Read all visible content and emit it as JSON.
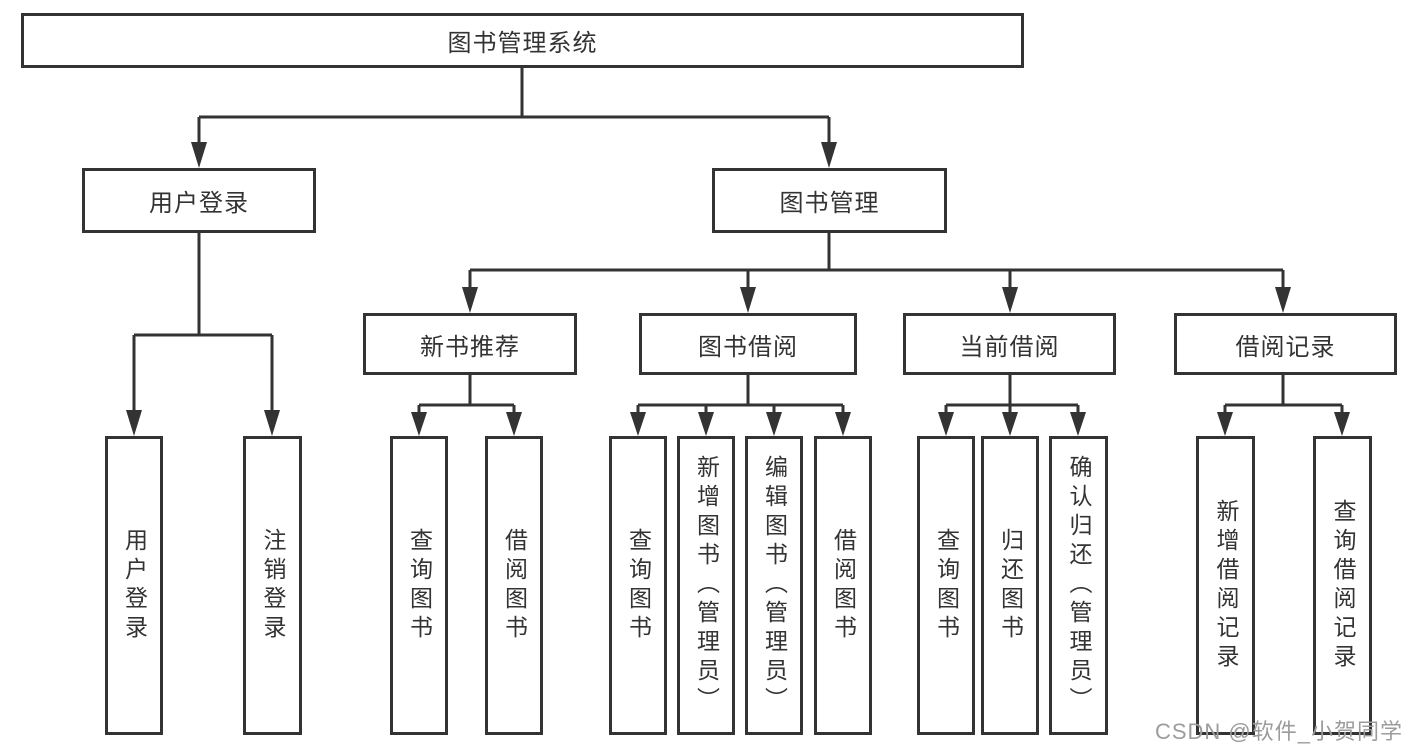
{
  "diagram": {
    "type": "hierarchy-tree",
    "colors": {
      "line": "#333333",
      "text": "#333333",
      "box_background": "#ffffff",
      "page_background": "#ffffff"
    },
    "root": {
      "label": "图书管理系统"
    },
    "branches": [
      {
        "label": "用户登录",
        "children": [
          {
            "label": "用户登录"
          },
          {
            "label": "注销登录"
          }
        ]
      },
      {
        "label": "图书管理",
        "children": [
          {
            "label": "新书推荐",
            "children": [
              {
                "label": "查询图书"
              },
              {
                "label": "借阅图书"
              }
            ]
          },
          {
            "label": "图书借阅",
            "children": [
              {
                "label": "查询图书"
              },
              {
                "label": "新增图书（管理员）"
              },
              {
                "label": "编辑图书（管理员）"
              },
              {
                "label": "借阅图书"
              }
            ]
          },
          {
            "label": "当前借阅",
            "children": [
              {
                "label": "查询图书"
              },
              {
                "label": "归还图书"
              },
              {
                "label": "确认归还（管理员）"
              }
            ]
          },
          {
            "label": "借阅记录",
            "children": [
              {
                "label": "新增借阅记录"
              },
              {
                "label": "查询借阅记录"
              }
            ]
          }
        ]
      }
    ]
  },
  "watermark": {
    "text": "CSDN @软件_小贺同学",
    "color": "#9c9c9c"
  }
}
